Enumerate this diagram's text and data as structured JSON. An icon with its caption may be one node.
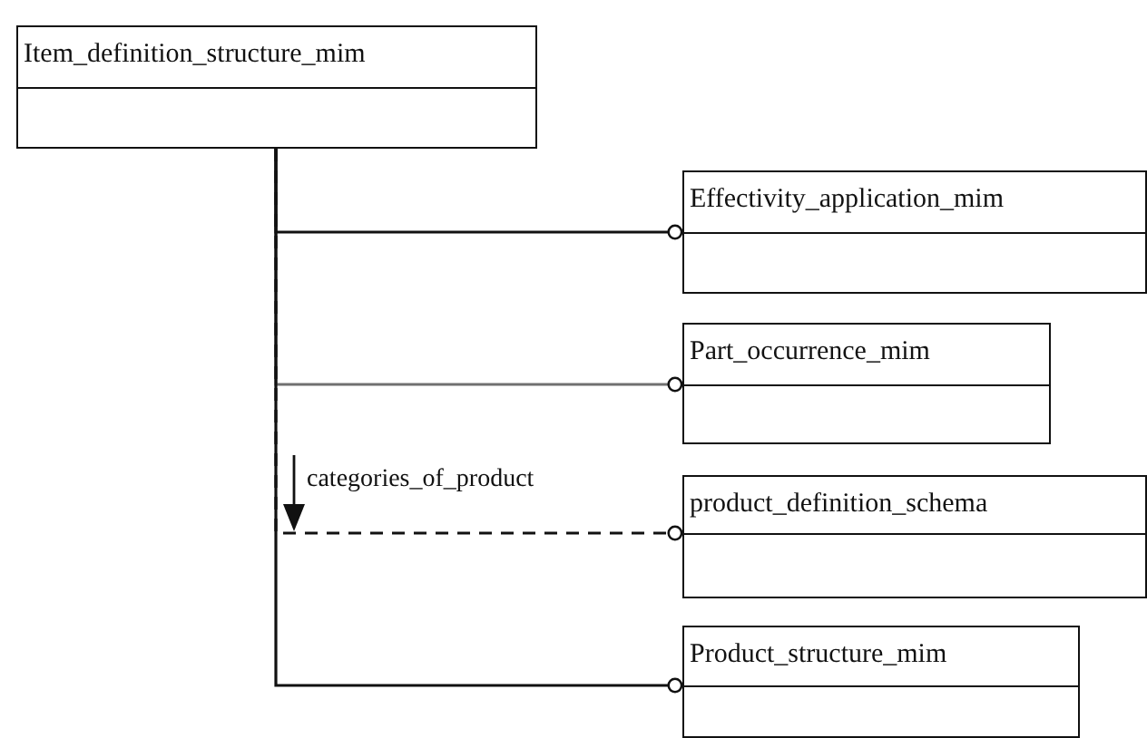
{
  "diagram": {
    "nodes": [
      {
        "text": [
          "Item_definition_structure_mim"
        ]
      },
      {
        "text": [
          "Effectivity_application_mim"
        ]
      },
      {
        "text": [
          "Part_occurrence_mim"
        ]
      },
      {
        "text": [
          "product_definition_schema"
        ]
      },
      {
        "text": [
          "Product_structure_mim"
        ]
      }
    ],
    "edges": [
      {
        "from": 0,
        "to": 1,
        "arrow": "other"
      },
      {
        "from": 0,
        "to": 2,
        "arrow": "other",
        "color": "#707070"
      },
      {
        "from": 0,
        "to": 3,
        "arrow": "other",
        "style": "dashed",
        "label": "categories_of_product"
      },
      {
        "from": 0,
        "to": 4,
        "arrow": "other"
      }
    ]
  }
}
